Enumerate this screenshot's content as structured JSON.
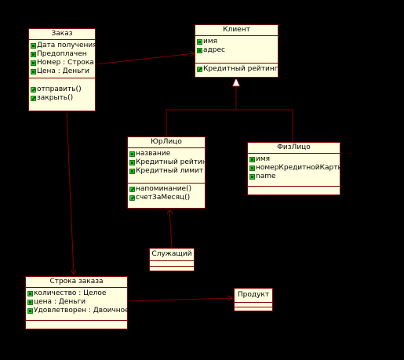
{
  "classes": {
    "order": {
      "name": "Заказ",
      "attributes": [
        "Дата получения",
        "Предоплачен",
        "Номер : Строка",
        "Цена : Деньги"
      ],
      "operations": [
        "отправить()",
        "закрыть()"
      ]
    },
    "client": {
      "name": "Клиент",
      "attributes": [
        "имя",
        "адрес"
      ],
      "operations": [
        "Кредитный рейтинг()"
      ]
    },
    "corporate": {
      "name": "ЮрЛицо",
      "attributes": [
        "название",
        "Кредитный рейтинг",
        "Кредитный лимит"
      ],
      "operations": [
        "напоминание()",
        "счетЗаМесяц()"
      ]
    },
    "individual": {
      "name": "ФизЛицо",
      "attributes": [
        "имя",
        "номерКредитнойКарты",
        "name"
      ]
    },
    "employee": {
      "name": "Служащий"
    },
    "order_line": {
      "name": "Строка заказа",
      "attributes": [
        "количество : Целое",
        "цена : Деньги",
        "Удовлетворен : Двоичное"
      ]
    },
    "product": {
      "name": "Продукт"
    }
  },
  "colors": {
    "background": "#000000",
    "class_fill": "#ffffe0",
    "border": "#800000",
    "icon": "#31c631"
  }
}
